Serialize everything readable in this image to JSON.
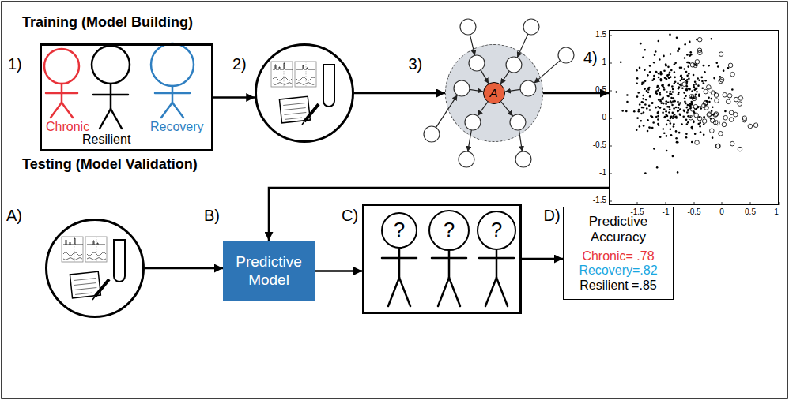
{
  "diagram": {
    "nodes": [
      {
        "text": [
          "1)",
          "Chronic",
          "Resilient",
          "Recovery"
        ]
      },
      {
        "text": [
          "2)"
        ]
      },
      {
        "text": [
          "3)"
        ]
      },
      {
        "text": [
          "A"
        ],
        "in": 2
      },
      {
        "text": [
          "4)"
        ]
      },
      {
        "text": [
          "A)"
        ]
      },
      {
        "text": [
          "B)",
          "Predictive Model"
        ]
      },
      {
        "text": [
          "C)"
        ]
      },
      {
        "text": [
          "?"
        ],
        "in": 7
      },
      {
        "text": [
          "?"
        ],
        "in": 7
      },
      {
        "text": [
          "?"
        ],
        "in": 7
      },
      {
        "text": [
          "D)",
          "Predictive Accuracy",
          "Chronic= .78",
          "Recovery=.82",
          "Resilient =.85"
        ]
      }
    ],
    "edges": [
      {
        "from": 0,
        "to": 1,
        "arrow": "to"
      },
      {
        "from": 1,
        "to": 2,
        "arrow": "to"
      },
      {
        "from": 2,
        "to": 4,
        "arrow": "to"
      },
      {
        "from": 4,
        "to": 6,
        "arrow": "to"
      },
      {
        "from": 5,
        "to": 6,
        "arrow": "to"
      },
      {
        "from": 6,
        "to": 7,
        "arrow": "to"
      },
      {
        "from": 7,
        "to": 11,
        "arrow": "to"
      }
    ],
    "labels": [
      "Training (Model Building)",
      "Testing (Model Validation)",
      "1.5",
      "1",
      "0.5",
      "0",
      "-0.5",
      "-1",
      "-1.5",
      "-1.5",
      "-1",
      "-0.5",
      "0",
      "0.5",
      "1"
    ]
  }
}
